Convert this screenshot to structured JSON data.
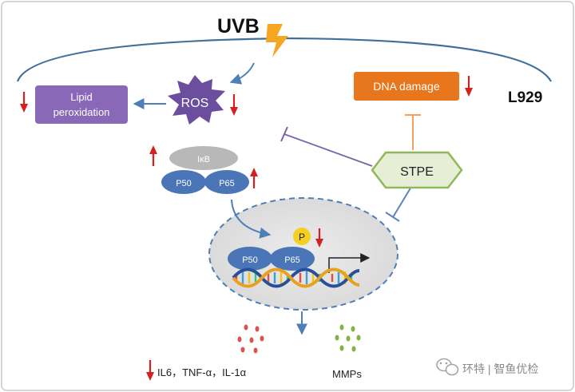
{
  "labels": {
    "uvb": "UVB",
    "cell_line": "L929",
    "lipid_line1": "Lipid",
    "lipid_line2": "peroxidation",
    "ros": "ROS",
    "dna_damage": "DNA damage",
    "ikb": "IκB",
    "p50_cyto": "P50",
    "p65_cyto": "P65",
    "stpe": "STPE",
    "phospho": "P",
    "p50_nuc": "P50",
    "p65_nuc": "P65",
    "cytokines": "IL6，TNF-α，IL-1α",
    "mmps": "MMPs",
    "watermark": "环特 | 智鱼优检"
  },
  "colors": {
    "cell_membrane": "#3f6f9a",
    "lipid_box": "#8a68b8",
    "ros_star": "#6b4f9e",
    "dna_box": "#e8761c",
    "stpe_fill": "#e6efd6",
    "stpe_stroke": "#8fb85a",
    "protein_blue": "#4a76b8",
    "ikb_gray": "#b8b8b8",
    "nucleus_fill": "#e3e3e3",
    "phospho_yellow": "#f5d020",
    "down_arrow_red": "#d42020",
    "inhibit_purple": "#7a62a8",
    "inhibit_orange": "#f0a060",
    "inhibit_blue": "#5b84b8"
  },
  "icons": {
    "uvb_bolt": "lightning-bolt-icon",
    "watermark": "wechat-icon"
  }
}
